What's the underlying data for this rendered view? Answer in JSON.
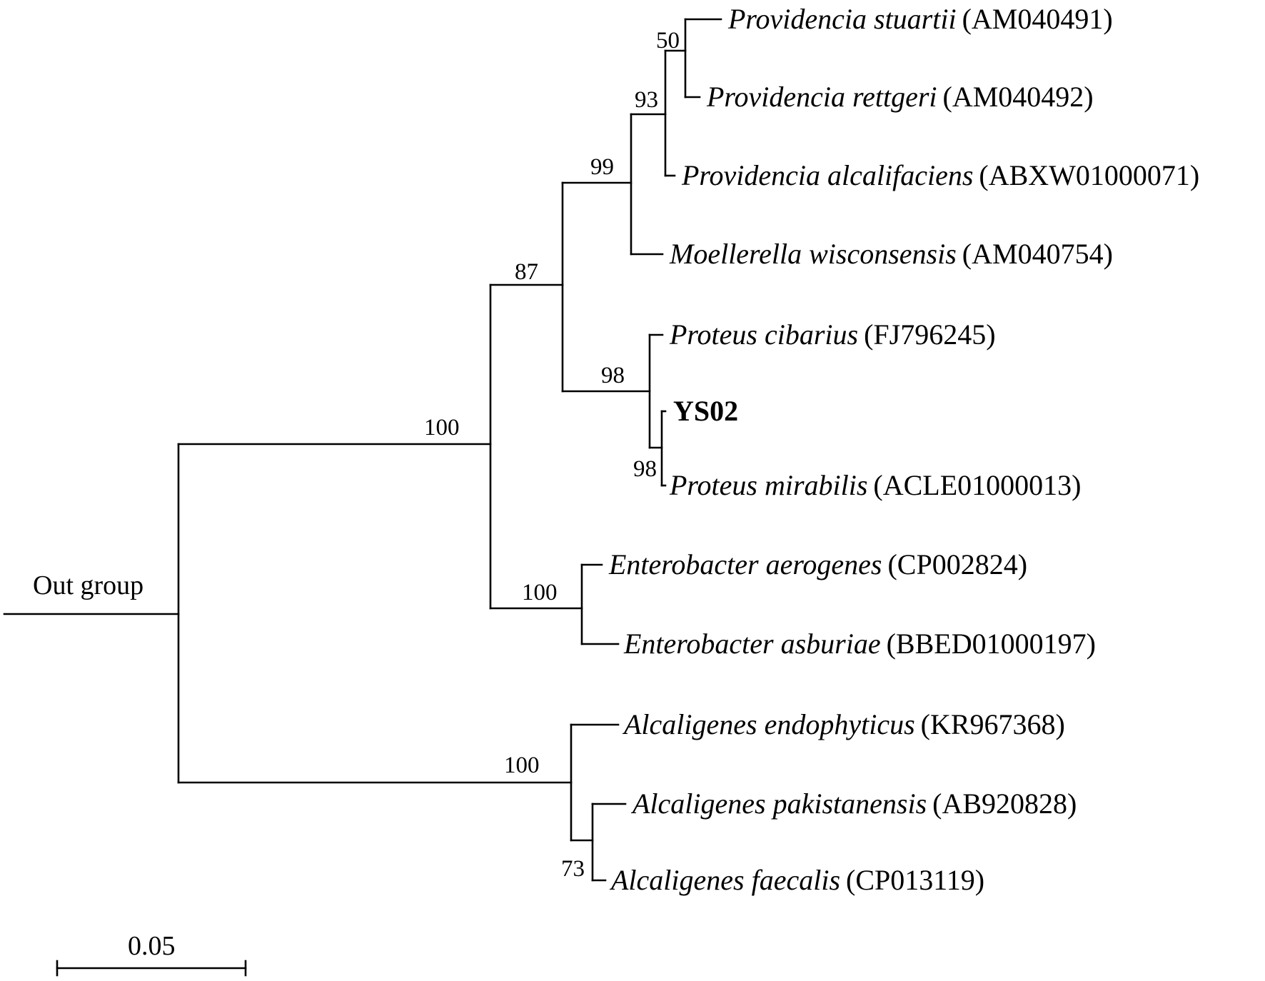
{
  "tree": {
    "outgroup_label": "Out group",
    "scale_bar": {
      "label": "0.05",
      "value": 0.05
    },
    "taxa": [
      {
        "id": "t1",
        "name": "Providencia stuartii",
        "accession": "(AM040491)",
        "bold": false
      },
      {
        "id": "t2",
        "name": "Providencia rettgeri",
        "accession": "(AM040492)",
        "bold": false
      },
      {
        "id": "t3",
        "name": "Providencia alcalifaciens",
        "accession": "(ABXW01000071)",
        "bold": false
      },
      {
        "id": "t4",
        "name": "Moellerella wisconsensis",
        "accession": "(AM040754)",
        "bold": false
      },
      {
        "id": "t5",
        "name": "Proteus cibarius",
        "accession": "(FJ796245)",
        "bold": false
      },
      {
        "id": "t6",
        "name": "YS02",
        "accession": "",
        "bold": true
      },
      {
        "id": "t7",
        "name": "Proteus mirabilis",
        "accession": "(ACLE01000013)",
        "bold": false
      },
      {
        "id": "t8",
        "name": "Enterobacter aerogenes",
        "accession": "(CP002824)",
        "bold": false
      },
      {
        "id": "t9",
        "name": "Enterobacter asburiae",
        "accession": "(BBED01000197)",
        "bold": false
      },
      {
        "id": "t10",
        "name": "Alcaligenes endophyticus",
        "accession": "(KR967368)",
        "bold": false
      },
      {
        "id": "t11",
        "name": "Alcaligenes pakistanensis",
        "accession": "(AB920828)",
        "bold": false
      },
      {
        "id": "t12",
        "name": "Alcaligenes faecalis",
        "accession": "(CP013119)",
        "bold": false
      }
    ],
    "bootstrap_values": [
      {
        "clade": "P.stuartii + P.rettgeri",
        "value": "50"
      },
      {
        "clade": "Providencia",
        "value": "93"
      },
      {
        "clade": "Providencia + Moellerella",
        "value": "99"
      },
      {
        "clade": "Providencia + Moellerella + Proteus",
        "value": "87"
      },
      {
        "clade": "Proteus",
        "value": "98"
      },
      {
        "clade": "YS02 + P.mirabilis",
        "value": "98"
      },
      {
        "clade": "Enterobacteriaceae",
        "value": "100"
      },
      {
        "clade": "Enterobacter",
        "value": "100"
      },
      {
        "clade": "Alcaligenes",
        "value": "100"
      },
      {
        "clade": "A.pakistanensis + A.faecalis",
        "value": "73"
      }
    ]
  }
}
